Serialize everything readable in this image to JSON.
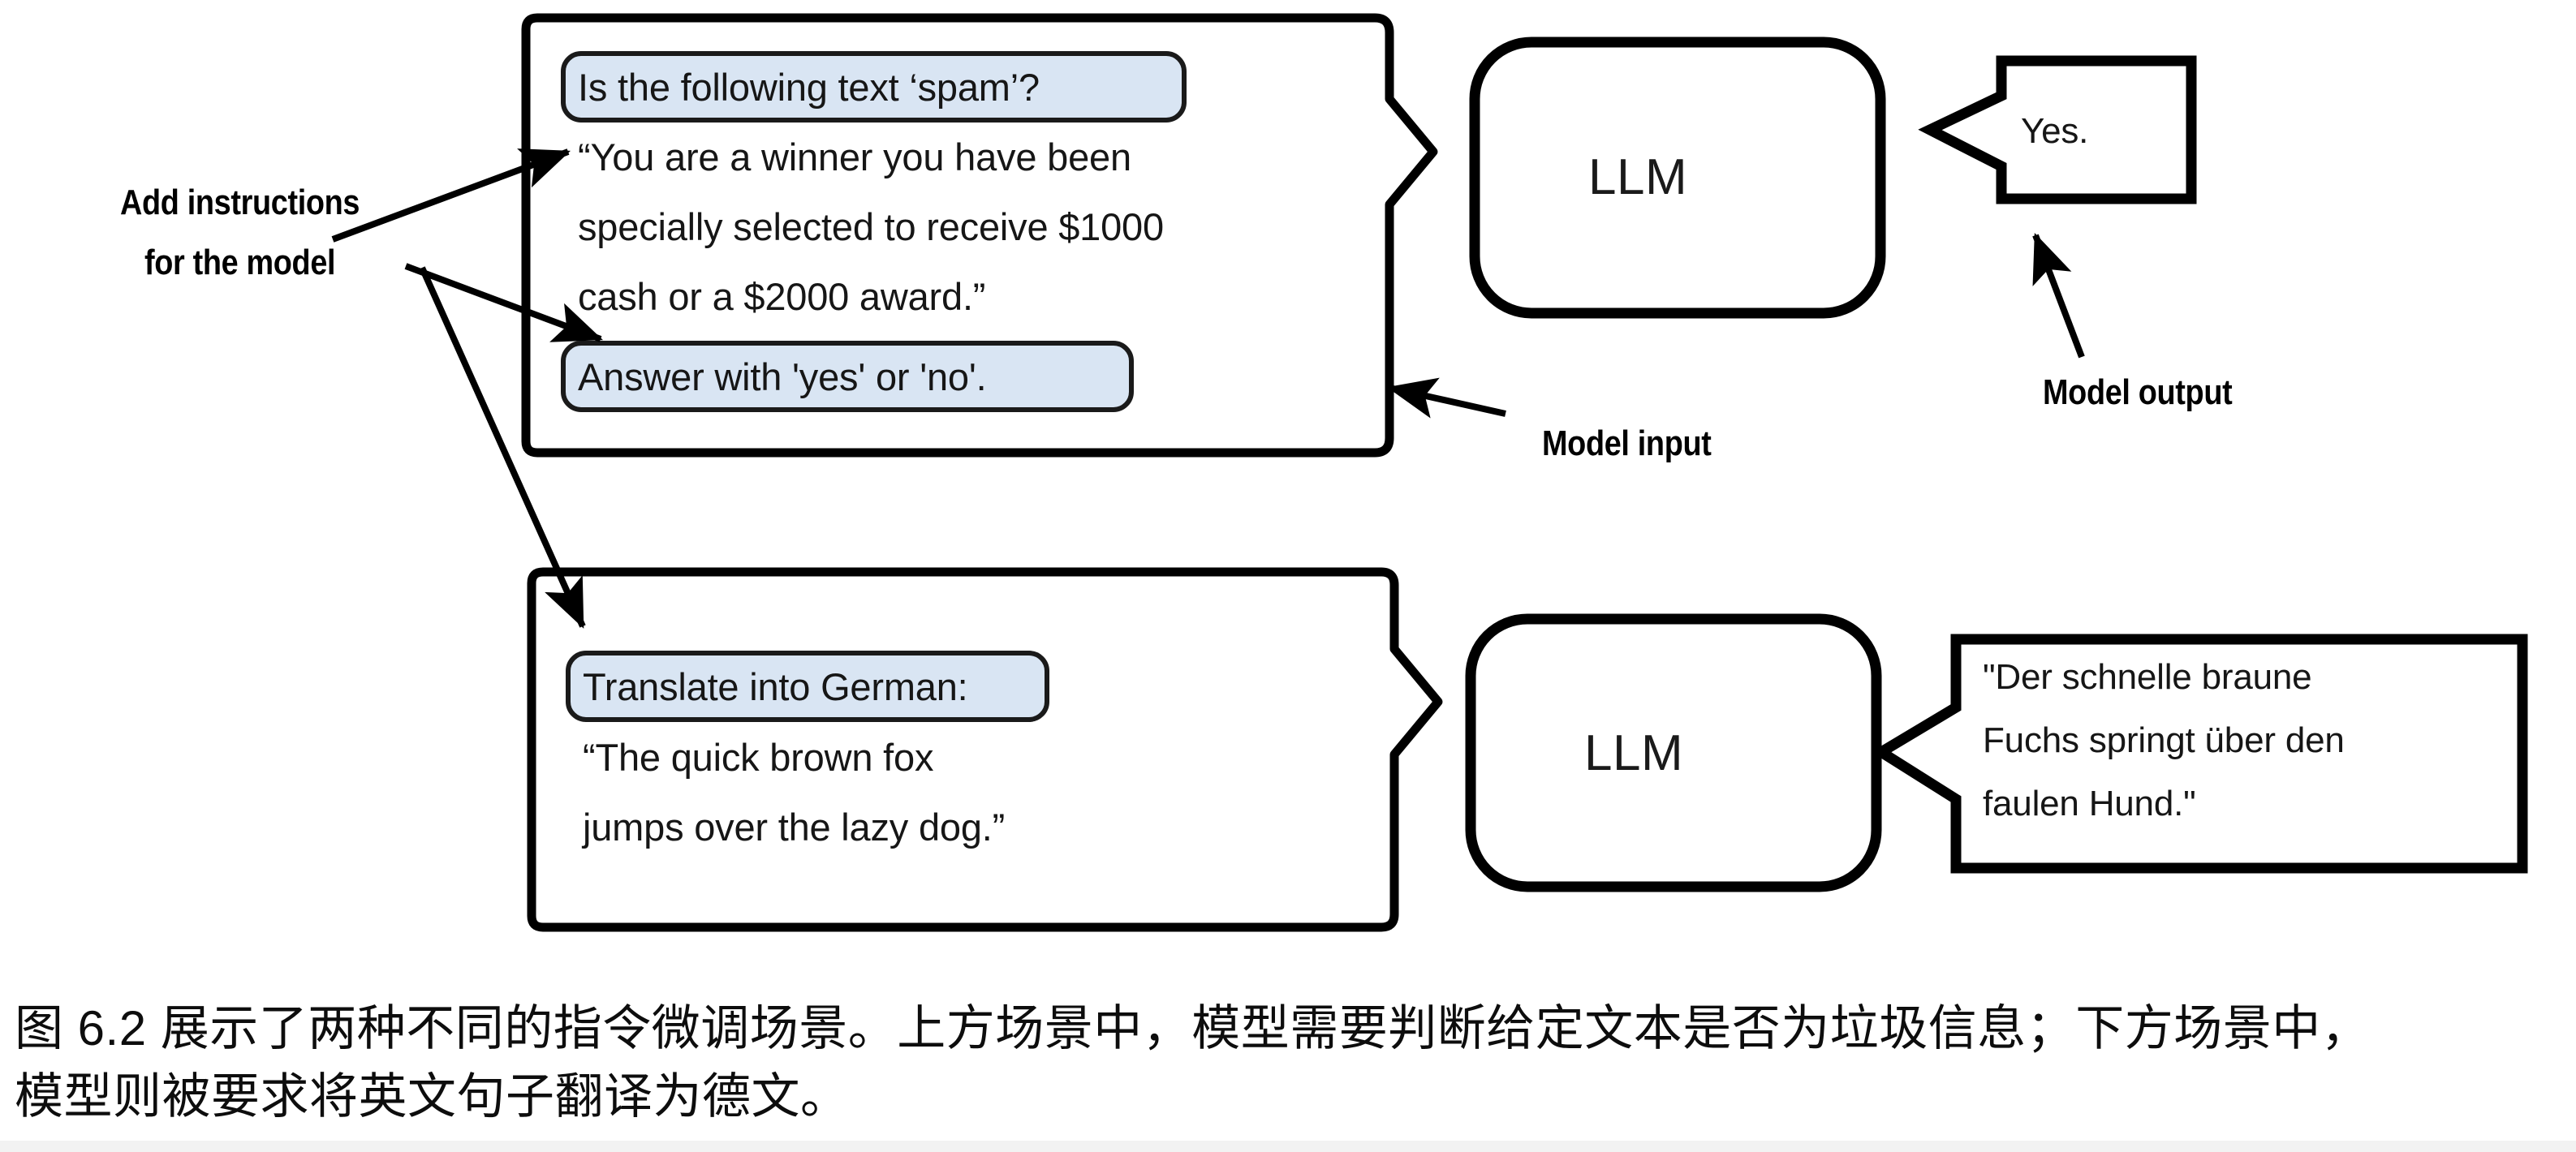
{
  "figure": {
    "annotations": {
      "add_instructions_line1": "Add instructions",
      "add_instructions_line2": "for the model",
      "model_input": "Model input",
      "model_output": "Model output"
    },
    "scenarios": [
      {
        "id": "spam-classification",
        "input": {
          "instruction_top": "Is the following text ‘spam’?",
          "body_lines": [
            "“You are a winner you have been",
            "specially selected to receive $1000",
            "cash or a $2000 award.”"
          ],
          "instruction_bottom": "Answer with 'yes' or 'no'."
        },
        "model": {
          "label": "LLM"
        },
        "output": {
          "lines": [
            "Yes."
          ]
        }
      },
      {
        "id": "german-translation",
        "input": {
          "instruction_top": "Translate into German:",
          "body_lines": [
            "“The quick brown fox",
            "jumps over the lazy dog.”"
          ],
          "instruction_bottom": ""
        },
        "model": {
          "label": "LLM"
        },
        "output": {
          "lines": [
            "\"Der schnelle braune",
            "Fuchs springt über den",
            "faulen Hund.\""
          ]
        }
      }
    ],
    "colors": {
      "chip_fill": "#d9e5f3",
      "chip_stroke": "#1a1a1a",
      "bubble_stroke": "#000000",
      "text": "#161616",
      "background": "#ffffff"
    }
  },
  "caption": {
    "line1": "图 6.2 展示了两种不同的指令微调场景。上方场景中，模型需要判断给定文本是否为垃圾信息；下方场景中，",
    "line2": "模型则被要求将英文句子翻译为德文。"
  }
}
